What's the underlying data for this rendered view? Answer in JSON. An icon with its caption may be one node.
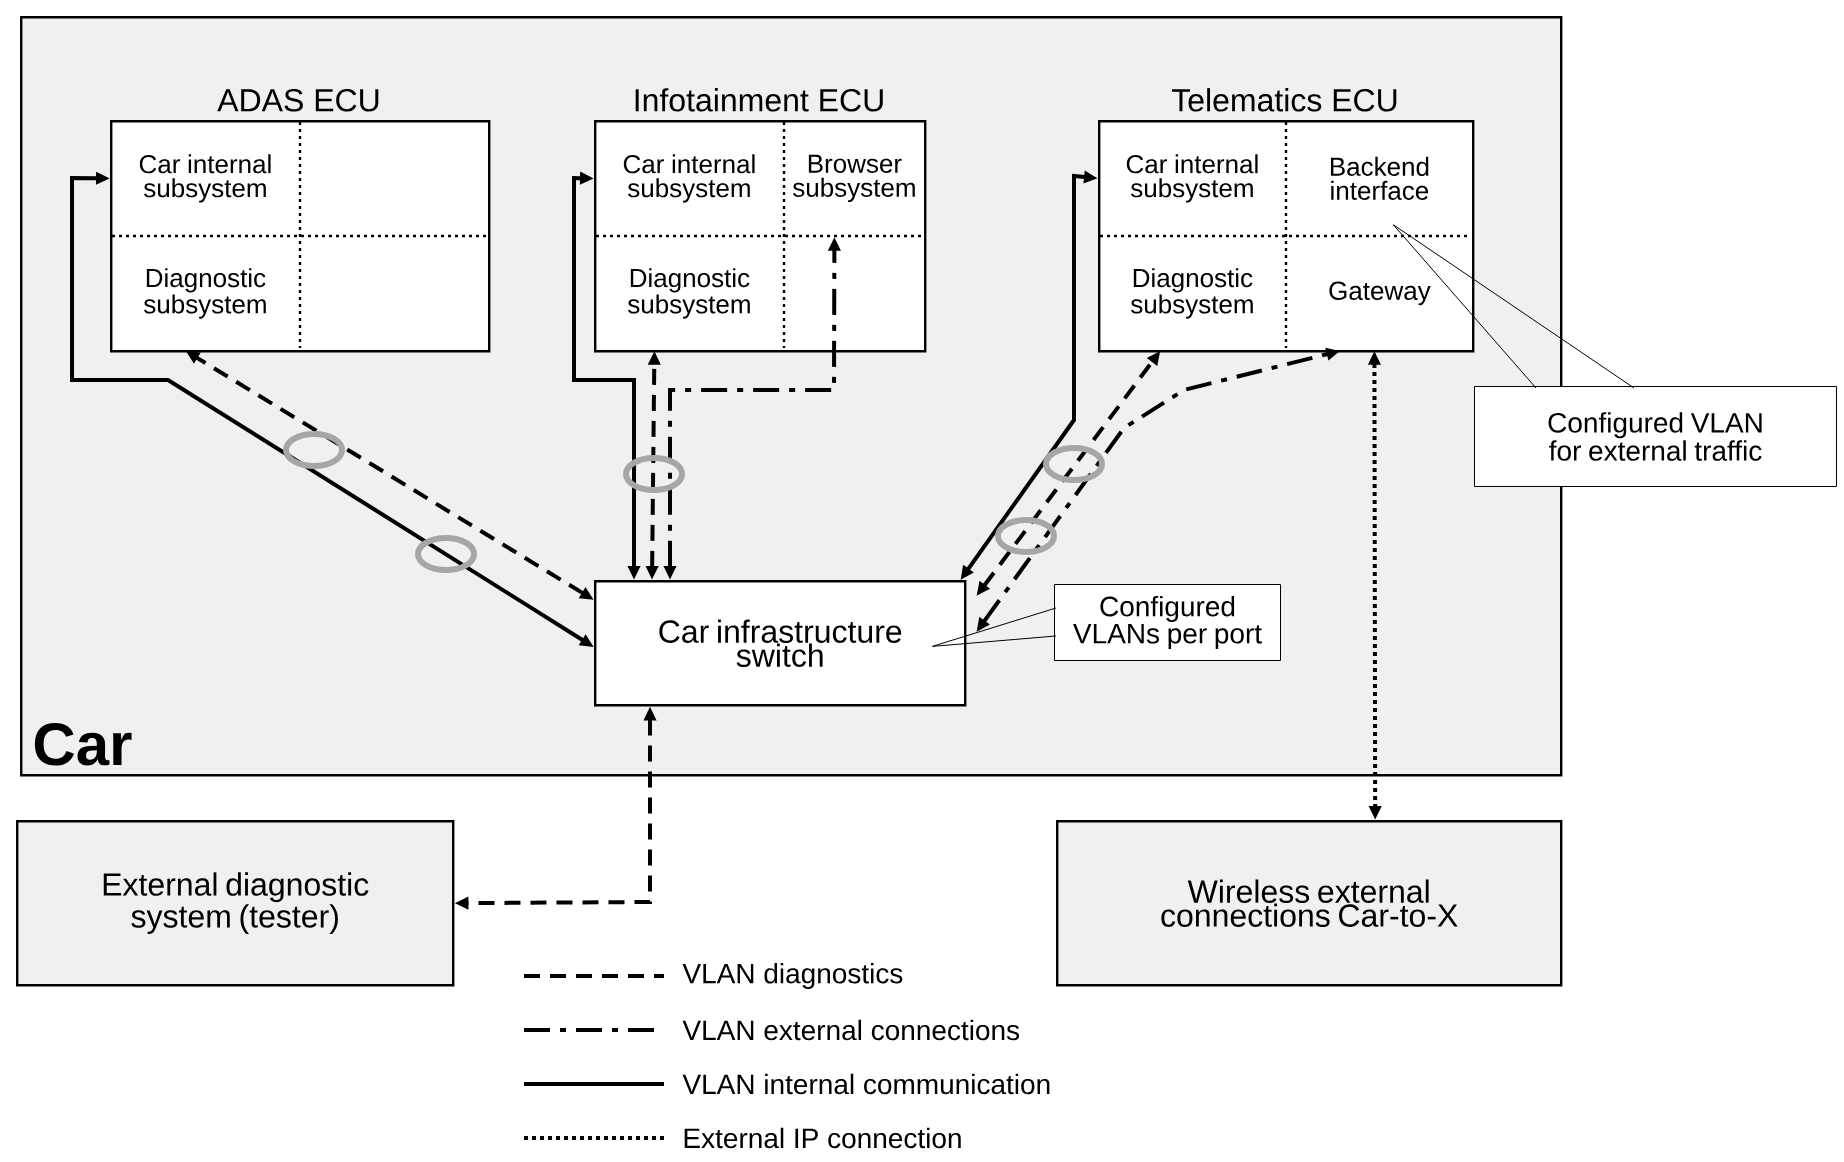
{
  "diagram": {
    "nodes": [
      {
        "text": [
          "Car"
        ]
      },
      {
        "text": [
          "ADAS ECU"
        ],
        "in": 0
      },
      {
        "text": [
          "Car internal subsystem"
        ],
        "in": 1
      },
      {
        "text": [
          "Diagnostic subsystem"
        ],
        "in": 1
      },
      {
        "text": [
          "Infotainment ECU"
        ],
        "in": 0
      },
      {
        "text": [
          "Car internal subsystem"
        ],
        "in": 4
      },
      {
        "text": [
          "Browser subsystem"
        ],
        "in": 4
      },
      {
        "text": [
          "Diagnostic subsystem"
        ],
        "in": 4
      },
      {
        "text": [
          "Telematics ECU"
        ],
        "in": 0
      },
      {
        "text": [
          "Car internal subsystem"
        ],
        "in": 8
      },
      {
        "text": [
          "Backend interface"
        ],
        "in": 8
      },
      {
        "text": [
          "Diagnostic subsystem"
        ],
        "in": 8
      },
      {
        "text": [
          "Gateway"
        ],
        "in": 8
      },
      {
        "text": [
          "Car infrastructure switch"
        ],
        "in": 0
      },
      {
        "text": [
          "Configured VLANs per port"
        ],
        "in": 0
      },
      {
        "text": [
          "Configured VLAN for external traffic"
        ]
      },
      {
        "text": [
          "External diagnostic system (tester)"
        ]
      },
      {
        "text": [
          "Wireless external connections Car-to-X"
        ]
      }
    ],
    "edges": [
      {
        "from": 13,
        "to": 2,
        "arrow": "both"
      },
      {
        "from": 13,
        "to": 3,
        "arrow": "both",
        "style": "dashed"
      },
      {
        "from": 13,
        "to": 5,
        "arrow": "both"
      },
      {
        "from": 13,
        "to": 7,
        "arrow": "both",
        "style": "dashed"
      },
      {
        "from": 13,
        "to": 6,
        "arrow": "both",
        "style": "dashed"
      },
      {
        "from": 13,
        "to": 9,
        "arrow": "both"
      },
      {
        "from": 13,
        "to": 11,
        "arrow": "both",
        "style": "dashed"
      },
      {
        "from": 13,
        "to": 12,
        "arrow": "both",
        "style": "dashed"
      },
      {
        "from": 12,
        "to": 17,
        "arrow": "both",
        "style": "dashed"
      },
      {
        "from": 13,
        "to": 16,
        "arrow": "both",
        "style": "dashed"
      },
      {
        "from": 14,
        "to": 13,
        "arrow": "none"
      },
      {
        "from": 15,
        "to": 10,
        "arrow": "none"
      }
    ],
    "legend": [
      {
        "text": "VLAN diagnostics"
      },
      {
        "text": "VLAN external connections"
      },
      {
        "text": "VLAN internal communication"
      },
      {
        "text": "External IP connection"
      }
    ]
  }
}
